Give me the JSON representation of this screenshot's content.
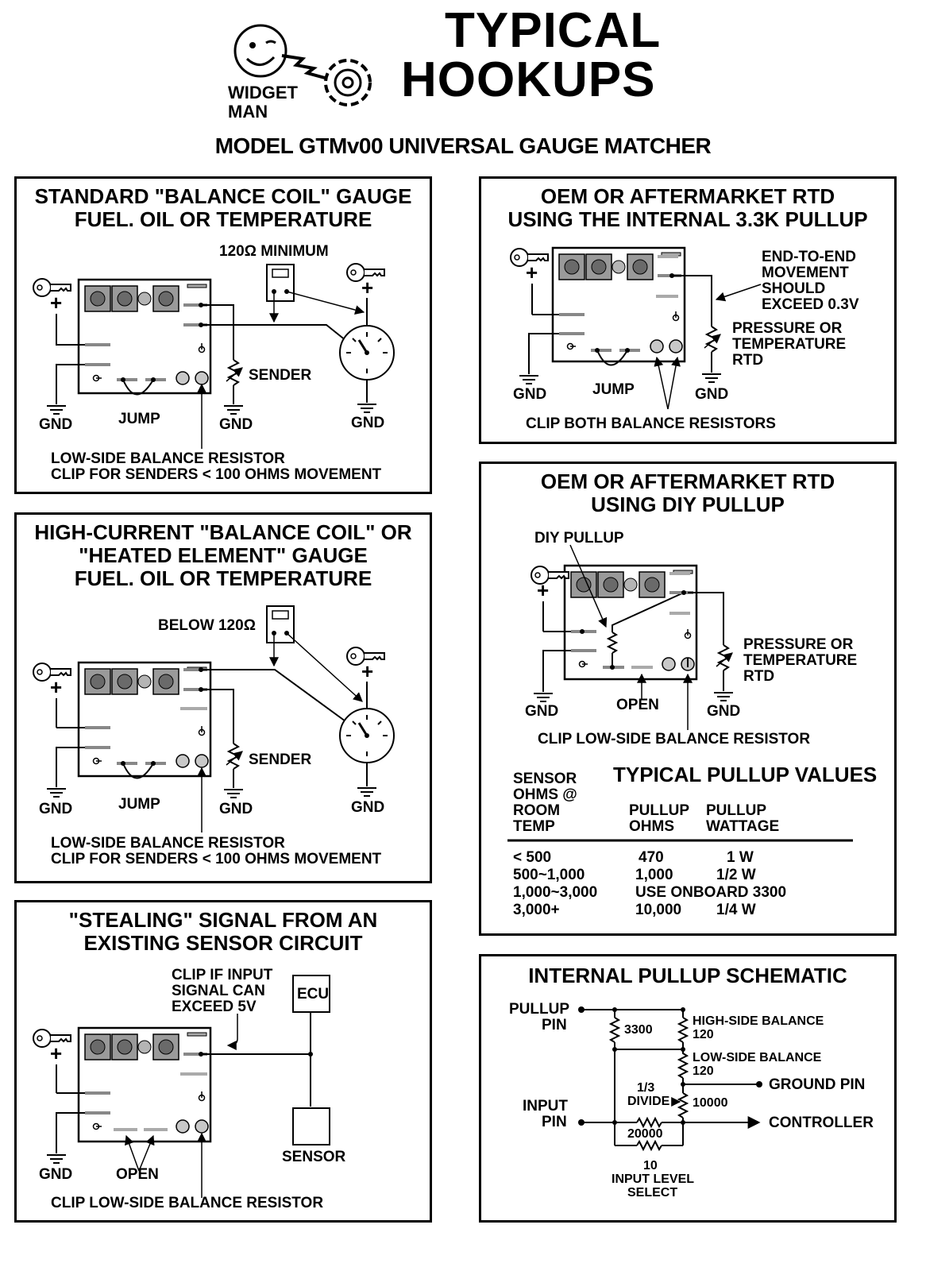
{
  "logo": {
    "text_line1": "WIDGET",
    "text_line2": "MAN"
  },
  "header": {
    "title_line1": "TYPICAL",
    "title_line2": "HOOKUPS",
    "subtitle": "MODEL GTMv00 UNIVERSAL GAUGE MATCHER"
  },
  "panel1": {
    "title_line1": "STANDARD \"BALANCE COIL\" GAUGE",
    "title_line2": "FUEL. OIL OR TEMPERATURE",
    "meter_label": "120Ω MINIMUM",
    "sender": "SENDER",
    "gnd": "GND",
    "jump": "JUMP",
    "note_line1": "LOW-SIDE BALANCE RESISTOR",
    "note_line2": "CLIP FOR SENDERS < 100 OHMS MOVEMENT"
  },
  "panel2": {
    "title_line1": "HIGH-CURRENT \"BALANCE COIL\" OR",
    "title_line2": "\"HEATED ELEMENT\" GAUGE",
    "title_line3": "FUEL. OIL OR TEMPERATURE",
    "meter_label": "BELOW 120Ω",
    "sender": "SENDER",
    "gnd": "GND",
    "jump": "JUMP",
    "note_line1": "LOW-SIDE BALANCE RESISTOR",
    "note_line2": "CLIP FOR SENDERS < 100 OHMS MOVEMENT"
  },
  "panel3": {
    "title_line1": "\"STEALING\" SIGNAL FROM AN",
    "title_line2": "EXISTING SENSOR CIRCUIT",
    "clip_line1": "CLIP IF INPUT",
    "clip_line2": "SIGNAL CAN",
    "clip_line3": "EXCEED 5V",
    "ecu": "ECU",
    "sensor": "SENSOR",
    "gnd": "GND",
    "open": "OPEN",
    "note": "CLIP LOW-SIDE BALANCE RESISTOR"
  },
  "panel4": {
    "title_line1": "OEM OR AFTERMARKET RTD",
    "title_line2": "USING THE INTERNAL 3.3K PULLUP",
    "e2e_line1": "END-TO-END",
    "e2e_line2": "MOVEMENT",
    "e2e_line3": "SHOULD",
    "e2e_line4": "EXCEED 0.3V",
    "rtd_line1": "PRESSURE OR",
    "rtd_line2": "TEMPERATURE",
    "rtd_line3": "RTD",
    "gnd": "GND",
    "jump": "JUMP",
    "note": "CLIP BOTH BALANCE RESISTORS"
  },
  "panel5": {
    "title_line1": "OEM OR AFTERMARKET RTD",
    "title_line2": "USING DIY PULLUP",
    "diy": "DIY PULLUP",
    "rtd_line1": "PRESSURE OR",
    "rtd_line2": "TEMPERATURE",
    "rtd_line3": "RTD",
    "gnd": "GND",
    "open": "OPEN",
    "note": "CLIP LOW-SIDE BALANCE RESISTOR",
    "table_title": "TYPICAL PULLUP VALUES",
    "col1_line1": "SENSOR",
    "col1_line2": "OHMS @",
    "col1_line3": "ROOM",
    "col1_line4": "TEMP",
    "col2_line1": "PULLUP",
    "col2_line2": "OHMS",
    "col3_line1": "PULLUP",
    "col3_line2": "WATTAGE",
    "rows": [
      {
        "sensor": "< 500",
        "ohms": "470",
        "watt": "1 W"
      },
      {
        "sensor": "500~1,000",
        "ohms": "1,000",
        "watt": "1/2 W"
      },
      {
        "sensor": "1,000~3,000",
        "ohms": "USE ONBOARD 3300",
        "watt": ""
      },
      {
        "sensor": "3,000+",
        "ohms": "10,000",
        "watt": "1/4 W"
      }
    ]
  },
  "panel6": {
    "title": "INTERNAL PULLUP SCHEMATIC",
    "pullup_line1": "PULLUP",
    "pullup_line2": "PIN",
    "input_line1": "INPUT",
    "input_line2": "PIN",
    "r3300": "3300",
    "high_label": "HIGH-SIDE BALANCE",
    "high_val": "120",
    "low_label": "LOW-SIDE BALANCE",
    "low_val": "120",
    "ground_pin": "GROUND PIN",
    "divide_line1": "1/3",
    "divide_line2": "DIVIDE",
    "r10000": "10000",
    "r20000": "20000",
    "controller": "CONTROLLER",
    "r10": "10",
    "ils_line1": "INPUT LEVEL",
    "ils_line2": "SELECT"
  }
}
